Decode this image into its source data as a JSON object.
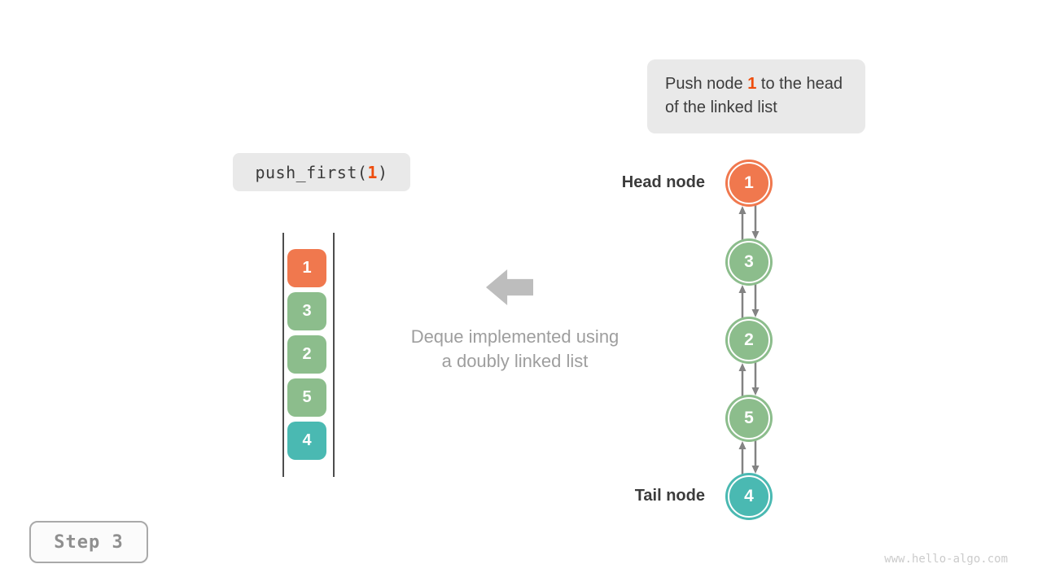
{
  "colors": {
    "highlight": "#ee4d0d",
    "orange": "#f0784e",
    "green": "#8cbd8c",
    "teal": "#4ab9b2",
    "arrow_gray": "#838383",
    "note_bg": "#e9e9e9"
  },
  "explanation": {
    "prefix": "Push node ",
    "highlight": "1",
    "suffix": " to the head of the linked list"
  },
  "code": {
    "prefix": "push_first(",
    "arg": "1",
    "suffix": ")"
  },
  "stack": {
    "items": [
      {
        "value": "1",
        "color": "#f0784e"
      },
      {
        "value": "3",
        "color": "#8cbd8c"
      },
      {
        "value": "2",
        "color": "#8cbd8c"
      },
      {
        "value": "5",
        "color": "#8cbd8c"
      },
      {
        "value": "4",
        "color": "#4ab9b2"
      }
    ]
  },
  "center": {
    "line1": "Deque implemented using",
    "line2": "a doubly linked list"
  },
  "linked_list": {
    "head_label": "Head node",
    "tail_label": "Tail node",
    "nodes": [
      {
        "value": "1",
        "color": "#f0784e"
      },
      {
        "value": "3",
        "color": "#8cbd8c"
      },
      {
        "value": "2",
        "color": "#8cbd8c"
      },
      {
        "value": "5",
        "color": "#8cbd8c"
      },
      {
        "value": "4",
        "color": "#4ab9b2"
      }
    ]
  },
  "step": {
    "label": "Step 3"
  },
  "footer": {
    "watermark": "www.hello-algo.com"
  }
}
